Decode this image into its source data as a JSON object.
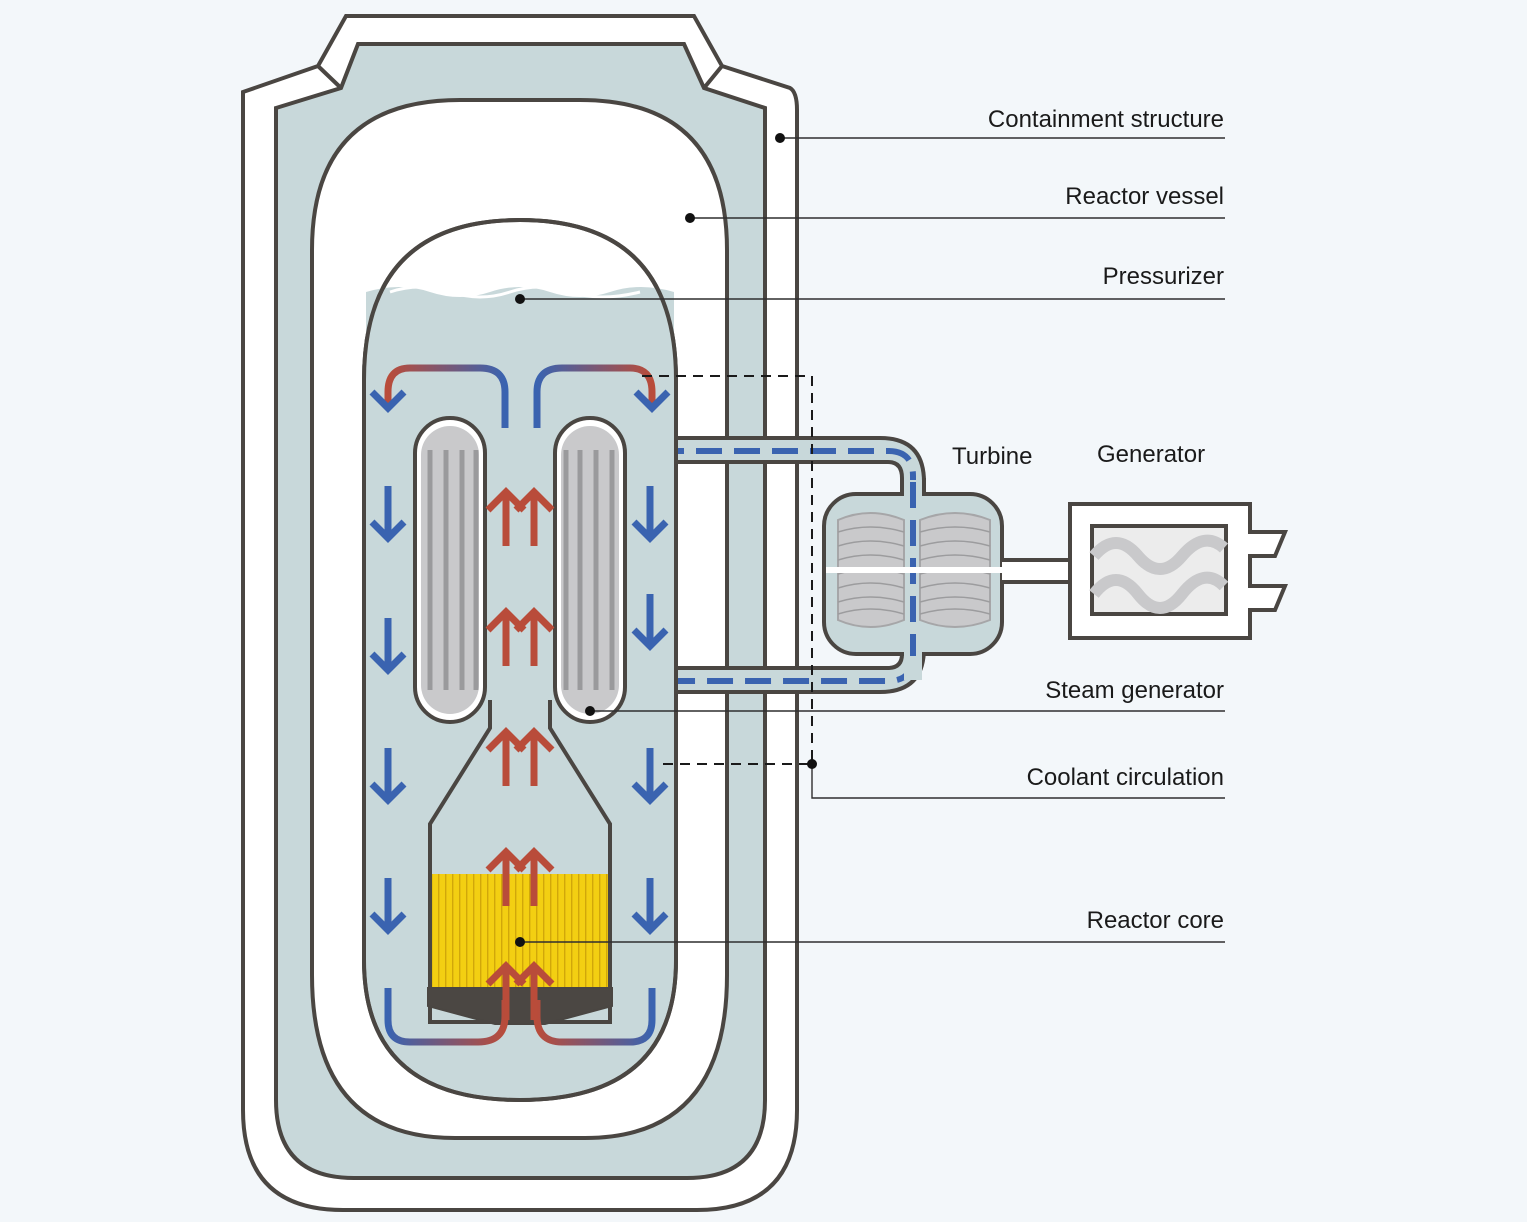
{
  "labels": {
    "containment": "Containment structure",
    "vessel": "Reactor vessel",
    "pressurizer": "Pressurizer",
    "turbine": "Turbine",
    "generator": "Generator",
    "steam_generator": "Steam generator",
    "coolant": "Coolant circulation",
    "core": "Reactor core"
  },
  "colors": {
    "background": "#f3f7fa",
    "coolant_fill": "#c8d8da",
    "outline": "#4a4642",
    "cold_arrow": "#3a63b0",
    "hot_arrow": "#b94c3a",
    "core_yellow": "#f3cf12",
    "steam_tube": "#c9c9cb",
    "core_base": "#4b4743"
  },
  "icons": [
    "down-arrow-icon",
    "up-double-arrow-icon"
  ]
}
